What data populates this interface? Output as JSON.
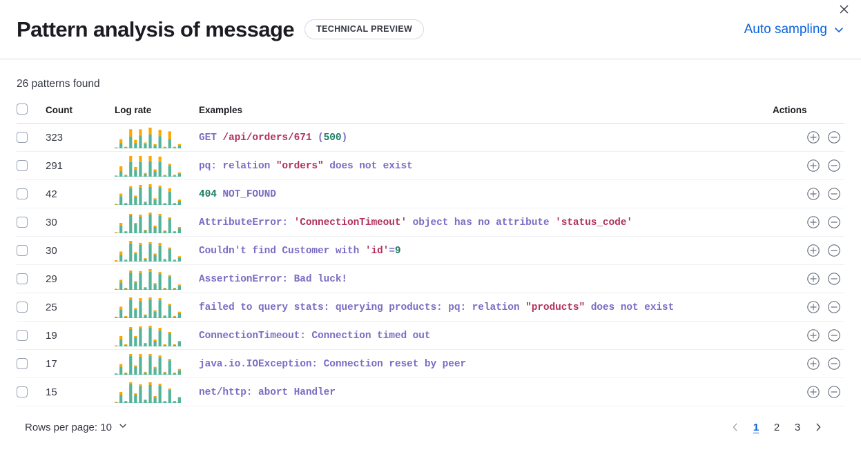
{
  "header": {
    "title": "Pattern analysis of message",
    "badge": "TECHNICAL PREVIEW",
    "sampling_label": "Auto sampling",
    "chevron_icon": "chevron-down-icon",
    "close_icon": "close-icon"
  },
  "summary": {
    "patterns_found": "26 patterns found"
  },
  "table": {
    "headers": {
      "count": "Count",
      "log_rate": "Log rate",
      "examples": "Examples",
      "actions": "Actions"
    },
    "action_icons": {
      "add": "plus-in-circle-icon",
      "remove": "minus-in-circle-icon"
    },
    "rows": [
      {
        "count": "323",
        "example_plain": "GET /api/orders/671 (500)",
        "tokens": [
          {
            "t": "GET ",
            "c": "tk-default"
          },
          {
            "t": "/api/orders/671",
            "c": "tk-str"
          },
          {
            "t": " (",
            "c": "tk-default"
          },
          {
            "t": "500",
            "c": "tk-num"
          },
          {
            "t": ")",
            "c": "tk-default"
          }
        ],
        "spark": {
          "teal": [
            0,
            10,
            2,
            22,
            10,
            24,
            8,
            26,
            6,
            23,
            2,
            17,
            2,
            5
          ],
          "orange": [
            1,
            7,
            1,
            14,
            6,
            12,
            3,
            13,
            2,
            12,
            1,
            15,
            1,
            3
          ]
        }
      },
      {
        "count": "291",
        "example_plain": "pq: relation \"orders\" does not exist",
        "tokens": [
          {
            "t": "pq: relation ",
            "c": "tk-default"
          },
          {
            "t": "\"orders\"",
            "c": "tk-str"
          },
          {
            "t": " does not exist",
            "c": "tk-default"
          }
        ],
        "spark": {
          "teal": [
            1,
            9,
            2,
            24,
            11,
            24,
            4,
            25,
            9,
            24,
            2,
            18,
            2,
            5
          ],
          "orange": [
            1,
            8,
            1,
            10,
            5,
            10,
            2,
            9,
            3,
            9,
            1,
            3,
            1,
            2
          ]
        }
      },
      {
        "count": "42",
        "example_plain": "404 NOT_FOUND",
        "tokens": [
          {
            "t": "404",
            "c": "tk-num"
          },
          {
            "t": " NOT_FOUND",
            "c": "tk-default"
          }
        ],
        "spark": {
          "teal": [
            0,
            13,
            2,
            25,
            12,
            26,
            4,
            27,
            8,
            26,
            2,
            20,
            2,
            6
          ],
          "orange": [
            1,
            4,
            1,
            3,
            2,
            4,
            1,
            4,
            2,
            3,
            1,
            5,
            1,
            2
          ]
        }
      },
      {
        "count": "30",
        "example_plain": "AttributeError: 'ConnectionTimeout' object has no attribute 'status_code'",
        "tokens": [
          {
            "t": "AttributeError: ",
            "c": "tk-default"
          },
          {
            "t": "'ConnectionTimeout'",
            "c": "tk-str"
          },
          {
            "t": " object has no attribute ",
            "c": "tk-default"
          },
          {
            "t": "'status_code'",
            "c": "tk-str"
          }
        ],
        "spark": {
          "teal": [
            0,
            11,
            2,
            26,
            13,
            24,
            4,
            27,
            9,
            25,
            3,
            21,
            2,
            7
          ],
          "orange": [
            1,
            4,
            1,
            2,
            2,
            3,
            1,
            3,
            2,
            3,
            1,
            2,
            1,
            2
          ]
        }
      },
      {
        "count": "30",
        "example_plain": "Couldn't find Customer with 'id'=9",
        "tokens": [
          {
            "t": "Couldn't find Customer with ",
            "c": "tk-default"
          },
          {
            "t": "'id'",
            "c": "tk-str"
          },
          {
            "t": "=",
            "c": "tk-default"
          },
          {
            "t": "9",
            "c": "tk-num"
          }
        ],
        "spark": {
          "teal": [
            1,
            10,
            2,
            27,
            12,
            25,
            4,
            26,
            10,
            24,
            3,
            19,
            2,
            6
          ],
          "orange": [
            1,
            5,
            1,
            4,
            2,
            3,
            1,
            3,
            2,
            4,
            1,
            2,
            1,
            2
          ]
        }
      },
      {
        "count": "29",
        "example_plain": "AssertionError: Bad luck!",
        "tokens": [
          {
            "t": "AssertionError: Bad luck!",
            "c": "tk-default"
          }
        ],
        "spark": {
          "teal": [
            0,
            11,
            2,
            26,
            11,
            25,
            3,
            27,
            8,
            24,
            2,
            20,
            2,
            6
          ],
          "orange": [
            1,
            4,
            1,
            3,
            2,
            3,
            1,
            4,
            2,
            3,
            1,
            2,
            1,
            2
          ]
        }
      },
      {
        "count": "25",
        "example_plain": "failed to query stats: querying products: pq: relation \"products\" does not exist",
        "tokens": [
          {
            "t": "failed to query stats: querying products: pq: relation ",
            "c": "tk-default"
          },
          {
            "t": "\"products\"",
            "c": "tk-str"
          },
          {
            "t": " does not exist",
            "c": "tk-default"
          }
        ],
        "spark": {
          "teal": [
            1,
            12,
            2,
            26,
            12,
            24,
            4,
            26,
            9,
            25,
            3,
            18,
            2,
            7
          ],
          "orange": [
            1,
            4,
            1,
            3,
            2,
            4,
            1,
            3,
            2,
            3,
            1,
            2,
            1,
            2
          ]
        }
      },
      {
        "count": "19",
        "example_plain": "ConnectionTimeout: Connection timed out",
        "tokens": [
          {
            "t": "ConnectionTimeout: Connection timed out",
            "c": "tk-default"
          }
        ],
        "spark": {
          "teal": [
            0,
            10,
            2,
            25,
            13,
            26,
            4,
            27,
            8,
            23,
            2,
            19,
            2,
            6
          ],
          "orange": [
            1,
            5,
            1,
            3,
            2,
            3,
            1,
            3,
            2,
            4,
            1,
            2,
            1,
            2
          ]
        }
      },
      {
        "count": "17",
        "example_plain": "java.io.IOException: Connection reset by peer",
        "tokens": [
          {
            "t": "java.io.IOException: Connection reset by peer",
            "c": "tk-default"
          }
        ],
        "spark": {
          "teal": [
            1,
            11,
            2,
            26,
            11,
            25,
            3,
            26,
            9,
            24,
            3,
            20,
            2,
            6
          ],
          "orange": [
            1,
            4,
            1,
            3,
            2,
            4,
            1,
            3,
            2,
            3,
            1,
            2,
            1,
            2
          ]
        }
      },
      {
        "count": "15",
        "example_plain": "net/http: abort Handler",
        "tokens": [
          {
            "t": "net/http: abort Handler",
            "c": "tk-default"
          }
        ],
        "spark": {
          "teal": [
            0,
            12,
            2,
            27,
            12,
            24,
            4,
            26,
            8,
            25,
            2,
            19,
            2,
            7
          ],
          "orange": [
            1,
            4,
            1,
            3,
            2,
            3,
            1,
            4,
            2,
            3,
            1,
            2,
            1,
            2
          ]
        }
      }
    ]
  },
  "footer": {
    "rows_per_page": "Rows per page: 10",
    "rows_per_page_chevron": "chevron-down-icon",
    "prev_icon": "chevron-left-icon",
    "next_icon": "chevron-right-icon",
    "pages": [
      "1",
      "2",
      "3"
    ],
    "active_page": "1"
  },
  "colors": {
    "accent": "#0b64dd",
    "bar_teal": "#54b399",
    "bar_orange": "#fca700",
    "token_default": "#7b6dc4",
    "token_string": "#b0325c",
    "token_number": "#1d7c63",
    "border": "#d3dae6"
  }
}
